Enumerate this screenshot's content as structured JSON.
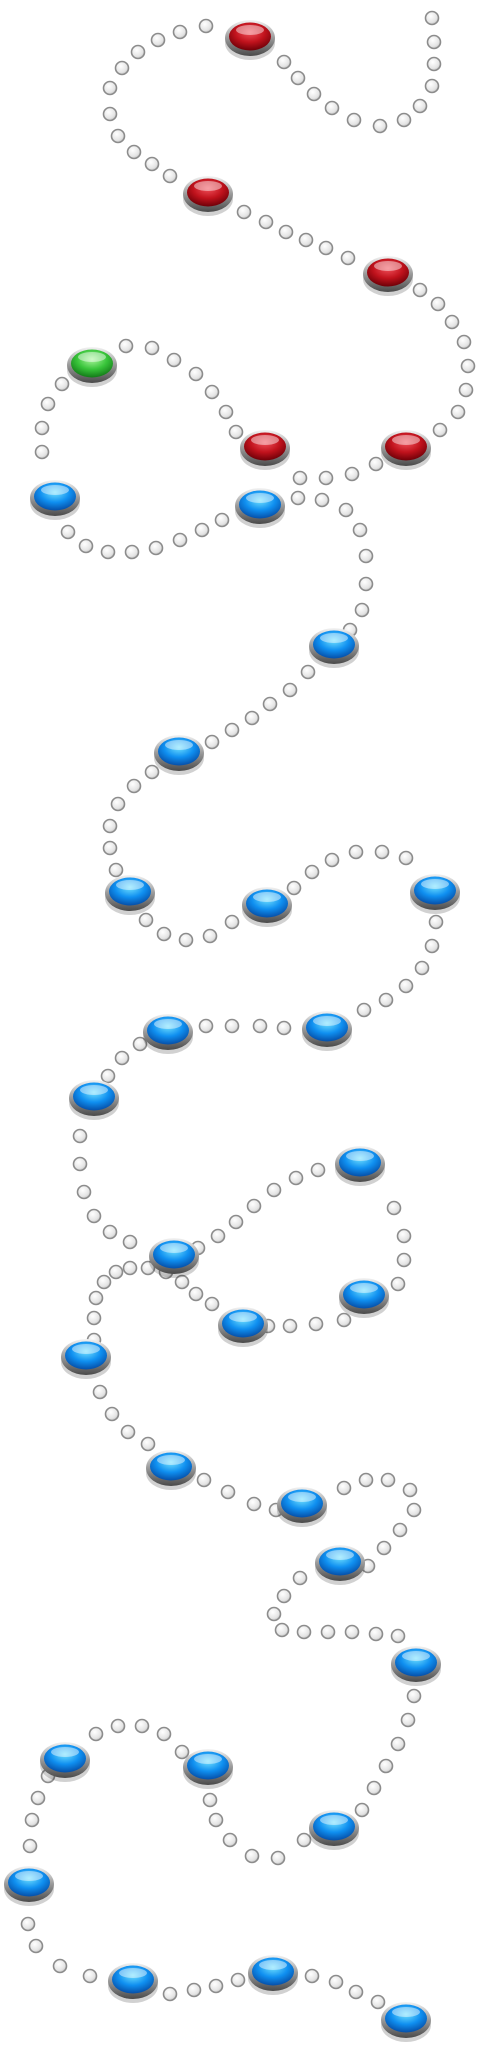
{
  "board": {
    "colors": {
      "red_node": "#b0141c",
      "green_node": "#2fbe3a",
      "blue_node": "#0a84e6",
      "dot_fill": "#f2f2f2",
      "dot_stroke": "#8c8c8c",
      "background": "#ffffff"
    },
    "node_states": [
      "red-completed",
      "green-current",
      "blue-locked"
    ],
    "levels": [
      {
        "state": "red-completed"
      },
      {
        "state": "red-completed"
      },
      {
        "state": "red-completed"
      },
      {
        "state": "red-completed"
      },
      {
        "state": "red-completed"
      },
      {
        "state": "green-current"
      },
      {
        "state": "blue-locked"
      },
      {
        "state": "blue-locked"
      },
      {
        "state": "blue-locked"
      },
      {
        "state": "blue-locked"
      },
      {
        "state": "blue-locked"
      },
      {
        "state": "blue-locked"
      },
      {
        "state": "blue-locked"
      },
      {
        "state": "blue-locked"
      },
      {
        "state": "blue-locked"
      },
      {
        "state": "blue-locked"
      },
      {
        "state": "blue-locked"
      },
      {
        "state": "blue-locked"
      },
      {
        "state": "blue-locked"
      },
      {
        "state": "blue-locked"
      },
      {
        "state": "blue-locked"
      },
      {
        "state": "blue-locked"
      },
      {
        "state": "blue-locked"
      },
      {
        "state": "blue-locked"
      },
      {
        "state": "blue-locked"
      },
      {
        "state": "blue-locked"
      },
      {
        "state": "blue-locked"
      },
      {
        "state": "blue-locked"
      },
      {
        "state": "blue-locked"
      },
      {
        "state": "blue-locked"
      },
      {
        "state": "blue-locked"
      },
      {
        "state": "blue-locked"
      }
    ]
  }
}
